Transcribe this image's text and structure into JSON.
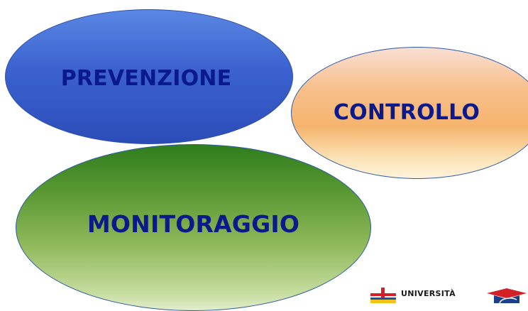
{
  "diagram": {
    "nodes": [
      {
        "id": "prevenzione",
        "label": "PREVENZIONE"
      },
      {
        "id": "controllo",
        "label": "CONTROLLO"
      },
      {
        "id": "monitoraggio",
        "label": "MONITORAGGIO"
      }
    ]
  },
  "footer": {
    "university_text": "UNIVERSITÀ",
    "university_logo_icon": "flag-icon",
    "cap_logo_icon": "graduation-cap-icon"
  },
  "colors": {
    "label_text": "#0a1a8c",
    "prevenzione_fill": "#3b62cf",
    "controllo_fill": "#f5b46e",
    "monitoraggio_fill": "#5c9a34",
    "outline": "#2f5aa8"
  }
}
